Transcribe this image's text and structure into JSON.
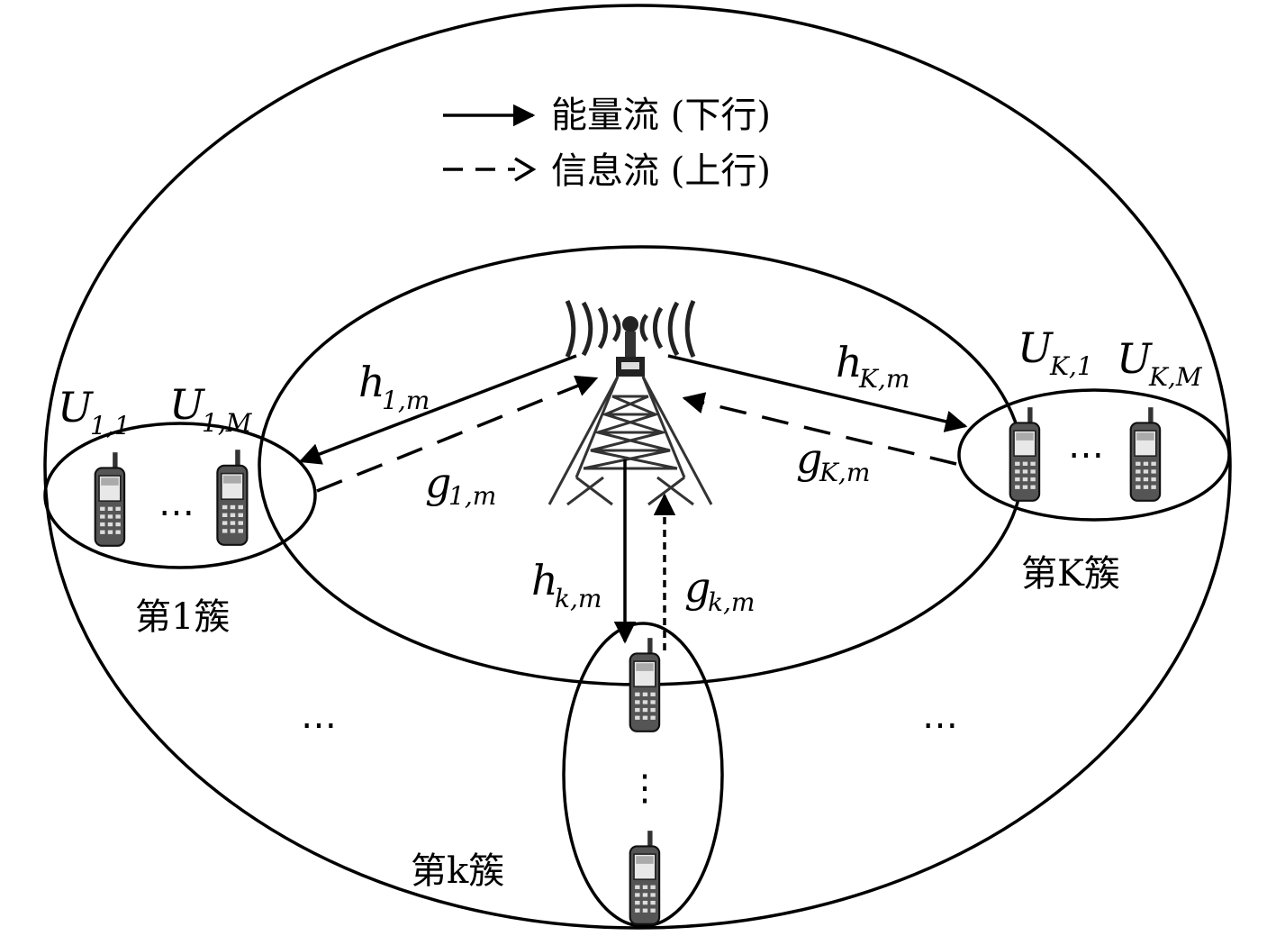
{
  "legend": {
    "energy_label": "能量流 (下行)",
    "info_label": "信息流 (上行)"
  },
  "clusters": {
    "c1": "第1簇",
    "ck": "第k簇",
    "cK": "第K簇"
  },
  "users": {
    "u11": {
      "main": "U",
      "sub": "1,1"
    },
    "u1M": {
      "main": "U",
      "sub": "1,M"
    },
    "uK1": {
      "main": "U",
      "sub": "K,1"
    },
    "uKM": {
      "main": "U",
      "sub": "K,M"
    }
  },
  "channels": {
    "h1": {
      "main": "h",
      "sub": "1,m"
    },
    "g1": {
      "main": "g",
      "sub": "1,m"
    },
    "hK": {
      "main": "h",
      "sub": "K,m"
    },
    "gK": {
      "main": "g",
      "sub": "K,m"
    },
    "hk": {
      "main": "h",
      "sub": "k,m"
    },
    "gk": {
      "main": "g",
      "sub": "k,m"
    }
  },
  "ellipsis": "⋯",
  "ellipsis_v": "⋮",
  "icons": {
    "tower": "base-station-tower-icon",
    "phone": "mobile-phone-icon"
  }
}
